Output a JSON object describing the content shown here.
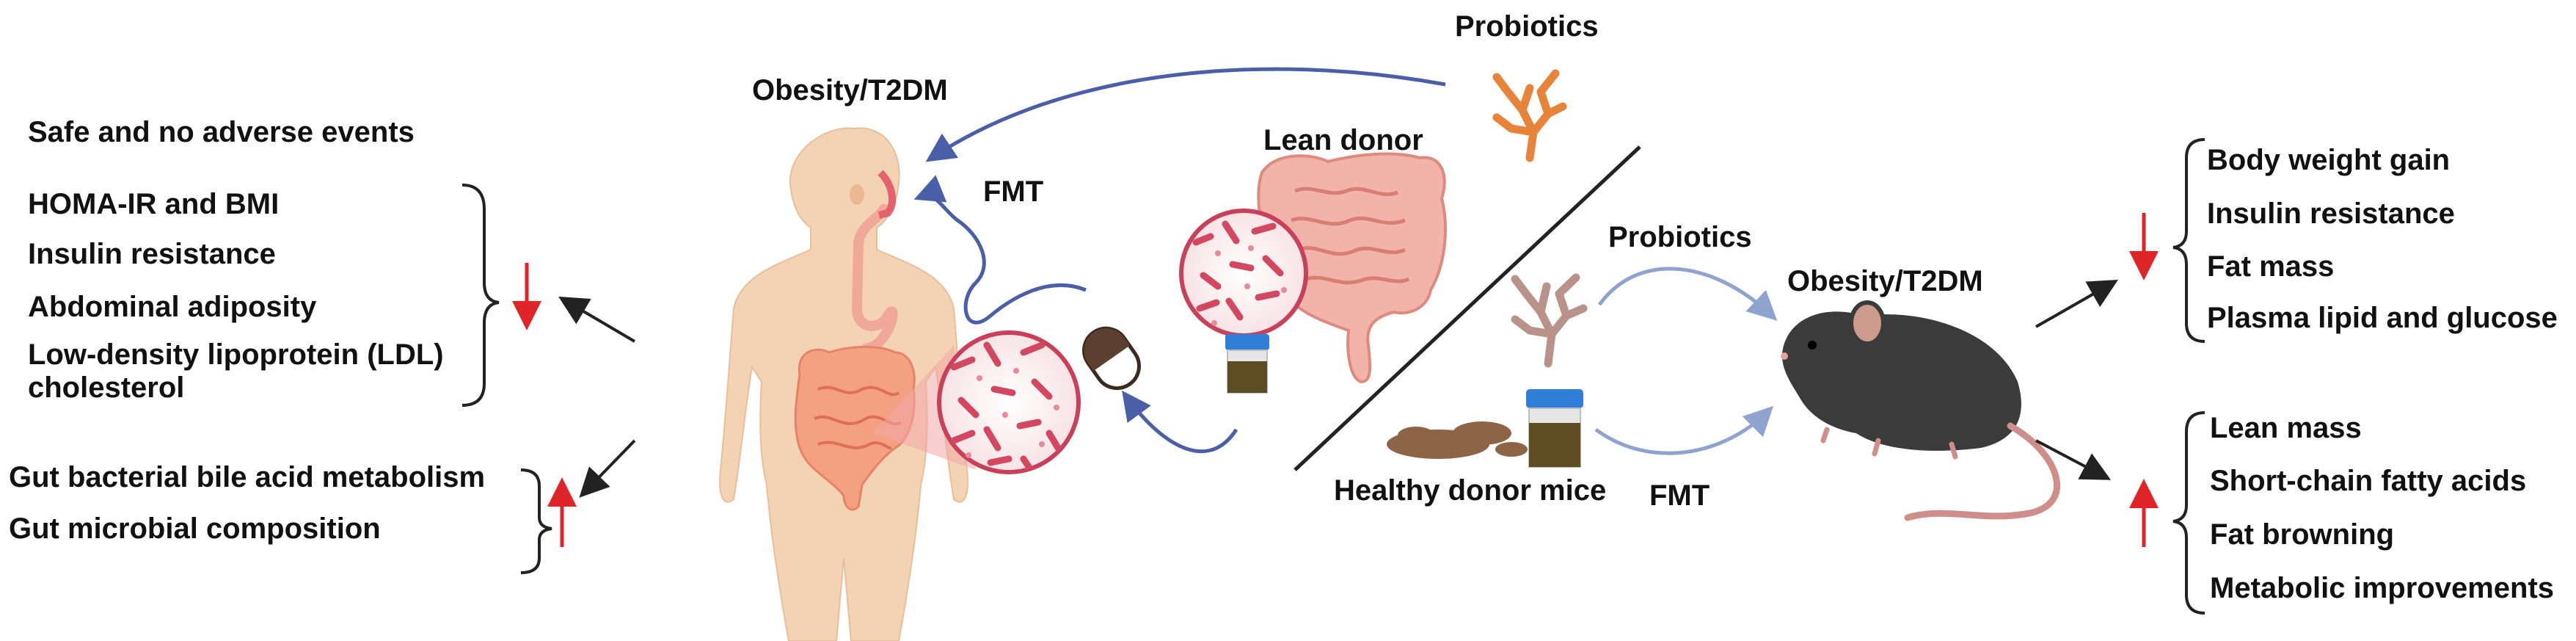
{
  "left": {
    "top_note": "Safe and no adverse events",
    "decreased": [
      "HOMA-IR and BMI",
      "Insulin resistance",
      "Abdominal adiposity",
      "Low-density lipoprotein (LDL)",
      "cholesterol"
    ],
    "increased": [
      "Gut bacterial bile acid metabolism",
      "Gut microbial composition"
    ]
  },
  "human": {
    "title": "Obesity/T2DM",
    "probiotics_label": "Probiotics",
    "fmt_label": "FMT",
    "lean_donor_label": "Lean donor"
  },
  "mouse": {
    "probiotics_label": "Probiotics",
    "title": "Obesity/T2DM",
    "donor_label": "Healthy donor mice",
    "fmt_label": "FMT"
  },
  "right": {
    "decreased": [
      "Body weight gain",
      "Insulin resistance",
      "Fat mass",
      "Plasma lipid and glucose"
    ],
    "increased": [
      "Lean mass",
      "Short-chain fatty acids",
      "Fat browning",
      "Metabolic improvements"
    ]
  },
  "colors": {
    "decrease_arrow": "#e0252a",
    "increase_arrow": "#e0252a",
    "human_arrow": "#4a5fa8",
    "mouse_arrow": "#8fa3cf",
    "probiotic_human": "#e8843a",
    "probiotic_mouse": "#b9938a"
  }
}
